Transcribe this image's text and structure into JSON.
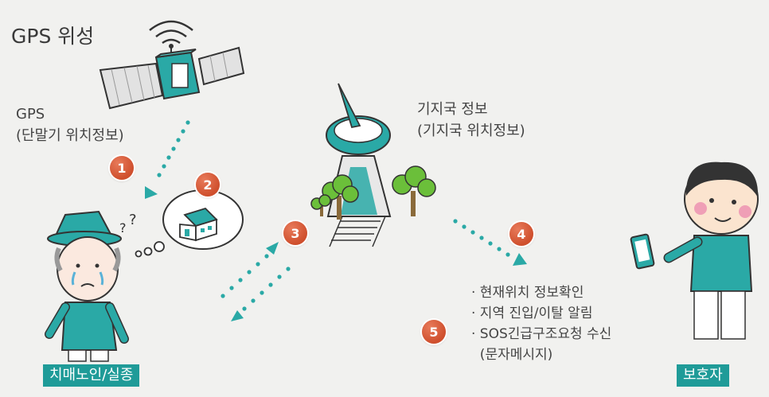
{
  "title": "GPS 위성",
  "gps_label": [
    "GPS",
    "(단말기 위치정보)"
  ],
  "base_label": [
    "기지국 정보",
    "(기지국 위치정보)"
  ],
  "bullets": [
    "· 현재위치 정보확인",
    "· 지역 진입/이탈 알림",
    "· SOS긴급구조요청 수신",
    "  (문자메시지)"
  ],
  "badges": [
    "1",
    "2",
    "3",
    "4",
    "5"
  ],
  "patient_tag": "치매노인/실종",
  "guardian_tag": "보호자",
  "colors": {
    "teal": "#2aa9a6",
    "teal_dark": "#1f9b98",
    "badge": "#d9573a",
    "background": "#f1f1ef"
  },
  "icons": [
    "satellite-icon",
    "house-icon",
    "cell-tower-icon",
    "tree-icon",
    "elderly-person-icon",
    "boy-with-phone-icon"
  ]
}
